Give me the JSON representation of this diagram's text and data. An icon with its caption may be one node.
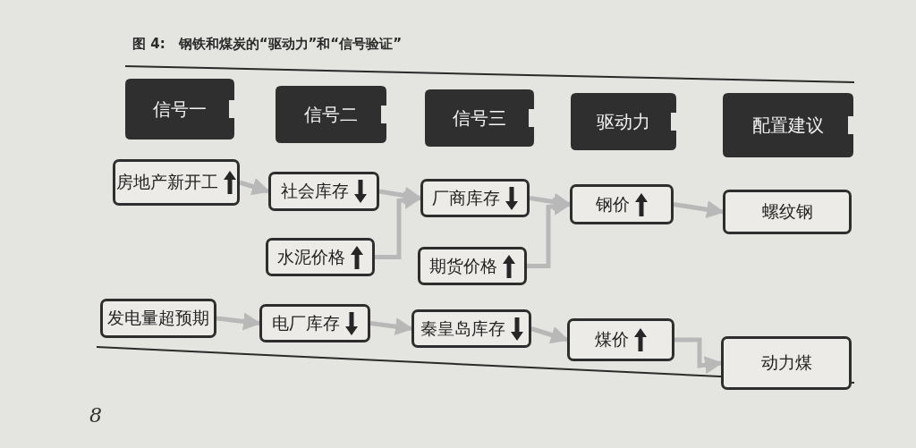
{
  "diagram": {
    "title": "图 4:　钢铁和煤炭的“驱动力”和“信号验证”",
    "nodes": [
      {
        "text": [
          "信号一"
        ]
      },
      {
        "text": [
          "信号二"
        ]
      },
      {
        "text": [
          "信号三"
        ]
      },
      {
        "text": [
          "驱动力"
        ]
      },
      {
        "text": [
          "配置建议"
        ]
      },
      {
        "text": [
          "房地产新开工"
        ]
      },
      {
        "text": [
          "社会库存"
        ]
      },
      {
        "text": [
          "厂商库存"
        ]
      },
      {
        "text": [
          "钢价"
        ]
      },
      {
        "text": [
          "螺纹钢"
        ]
      },
      {
        "text": [
          "水泥价格"
        ]
      },
      {
        "text": [
          "期货价格"
        ]
      },
      {
        "text": [
          "发电量超预期"
        ]
      },
      {
        "text": [
          "电厂库存"
        ]
      },
      {
        "text": [
          "秦皇岛库存"
        ]
      },
      {
        "text": [
          "煤价"
        ]
      },
      {
        "text": [
          "动力煤"
        ]
      }
    ],
    "edges": [
      {
        "from": 5,
        "to": 6,
        "arrow": "to"
      },
      {
        "from": 6,
        "to": 7,
        "arrow": "to"
      },
      {
        "from": 10,
        "to": 7,
        "arrow": "to"
      },
      {
        "from": 7,
        "to": 8,
        "arrow": "to"
      },
      {
        "from": 11,
        "to": 8,
        "arrow": "to"
      },
      {
        "from": 8,
        "to": 9,
        "arrow": "to"
      },
      {
        "from": 12,
        "to": 13,
        "arrow": "to"
      },
      {
        "from": 13,
        "to": 14,
        "arrow": "to"
      },
      {
        "from": 14,
        "to": 15,
        "arrow": "to"
      },
      {
        "from": 15,
        "to": 16,
        "arrow": "to"
      }
    ],
    "labels": [
      "8"
    ]
  }
}
